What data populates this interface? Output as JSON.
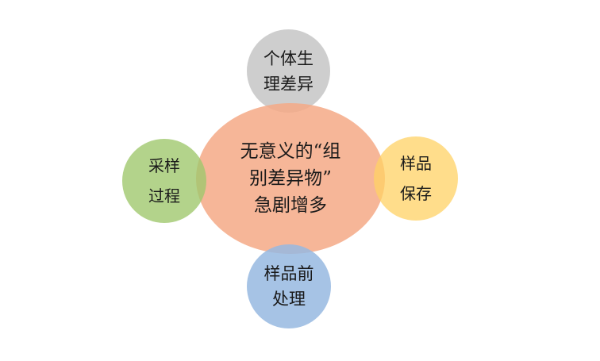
{
  "diagram": {
    "center": {
      "label": "无意义的“组\n别差异物”\n急剧增多",
      "color": "#F4A986"
    },
    "top": {
      "label": "个体生\n理差异",
      "color": "#BEBEBE"
    },
    "left": {
      "label": "采样\n过程",
      "color": "#A0C86E"
    },
    "right": {
      "label": "样品\n保存",
      "color": "#FFD264"
    },
    "bottom": {
      "label": "样品前\n处理",
      "color": "#96B9E1"
    }
  }
}
